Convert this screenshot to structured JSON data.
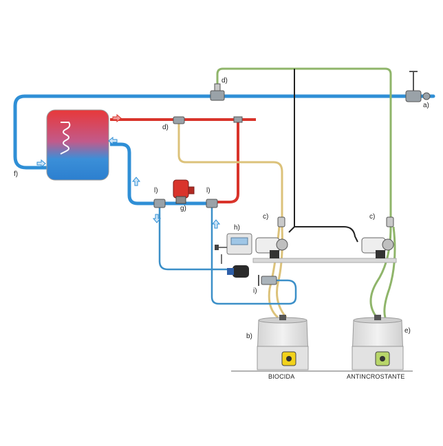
{
  "labels": {
    "a": "a)",
    "b": "b)",
    "c_left": "c)",
    "c_right": "c)",
    "d_top": "d)",
    "d_mid": "d)",
    "e": "e)",
    "f": "f)",
    "g": "g)",
    "h": "h)",
    "i": "i)",
    "l_left": "l)",
    "l_right": "l)"
  },
  "tanks": {
    "left": "BIOCIDA",
    "right": "ANTINCROSTANTE"
  },
  "colors": {
    "cold_pipe": "#2f8fd6",
    "hot_pipe": "#d9342b",
    "green_line": "#8fb56a",
    "yellow_line": "#dcc27a",
    "black_line": "#222222",
    "tank_body": "#e8e8e8",
    "tank_lid": "#c9c9c9"
  }
}
